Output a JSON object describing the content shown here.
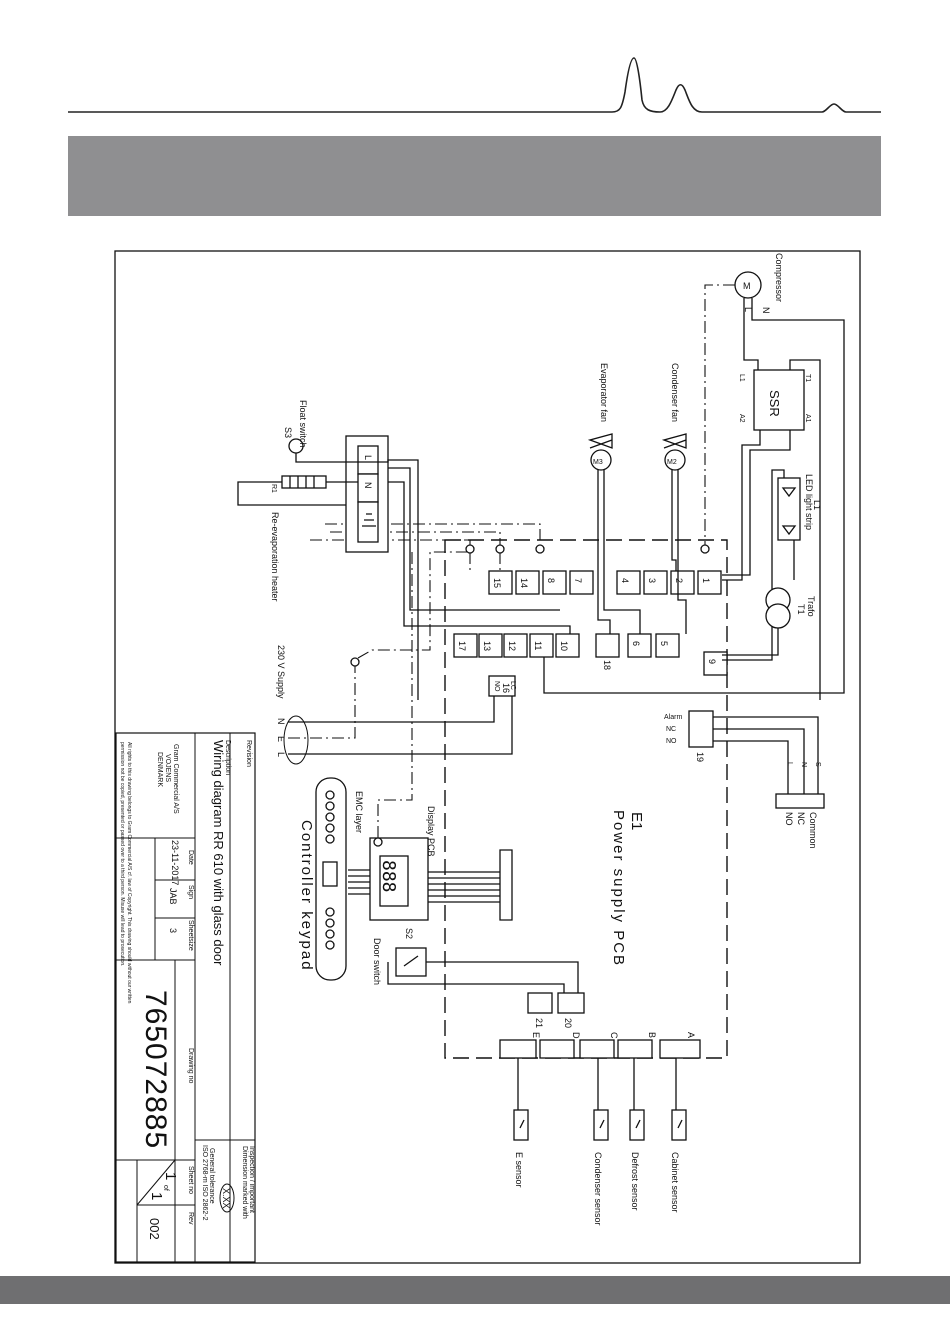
{
  "diagram": {
    "title": "Wiring diagram RR 610 with glass door",
    "drawing_no": "765072885",
    "rev": "002",
    "date": "23-11-2017",
    "sign": "JAB",
    "sheetsize": "3",
    "sheet": "1",
    "sheet_of": "1",
    "sheet_sep": "of",
    "tolerance": "X.XX",
    "company": [
      "Gram Commercial A/S",
      "VOJENS",
      "DENMARK"
    ],
    "copyright": [
      "All rights to this drawing belongs to Gram Commercial A/S cf. law of Copyright. This drawing should without our written",
      "permission not be copied, presented or passed over to a third person. Misuse will lead to prosecution."
    ],
    "tb_labels": {
      "revision": "Revision",
      "description": "Description",
      "date": "Date",
      "sign": "Sign",
      "sheetsize": "Sheetsize",
      "drawing_no": "Drawing no",
      "sheet_no": "Sheet no",
      "rev": "Rev",
      "inspection": [
        "Inspection / important",
        "Dimension marked with"
      ],
      "tolerance": [
        "General tolerance",
        "ISO 2768-m  ISO 2862-2"
      ]
    },
    "components": {
      "compressor": "Compressor",
      "motor": "M",
      "L": "L",
      "N": "N",
      "ssr": "SSR",
      "ssr_L1": "L1",
      "ssr_T1": "T1",
      "ssr_A1": "A1",
      "ssr_A2": "A2",
      "evap_fan": "Evaporator fan",
      "cond_fan": "Condenser fan",
      "m3": "M3",
      "m2": "M2",
      "led_strip": "LED light strip",
      "led_id": "L1",
      "trafo": "Trafo",
      "trafo_id": "T1",
      "float_switch": "Float switch",
      "s3": "S3",
      "r1": "R1",
      "reevap": "Re-evaporation heater",
      "supply": "230 V Supply",
      "supply_N": "N",
      "supply_E": "E",
      "supply_L": "L",
      "display_pcb": "Display PCB",
      "emc": "EMC layer",
      "keypad": "Controller keypad",
      "door_switch": "Door switch",
      "s2": "S2",
      "e1": "E1",
      "e1_name": "Power supply PCB",
      "alarm": "Alarm",
      "nc": "NC",
      "no": "NO",
      "alarm_L": "L",
      "alarm_N": "N",
      "alarm_S": "S",
      "ext_nc": "NC",
      "ext_no": "NO",
      "ext_common": "Common",
      "cabinet_sensor": "Cabinet sensor",
      "defrost_sensor": "Defrost sensor",
      "condenser_sensor": "Condenser sensor",
      "e_sensor": "E sensor",
      "display": "888",
      "term_L": "L",
      "term_N": "N"
    },
    "terminals": {
      "t1": "1",
      "t2": "2",
      "t3": "3",
      "t4": "4",
      "t5": "5",
      "t6": "6",
      "t7": "7",
      "t8": "8",
      "t9": "9",
      "t10": "10",
      "t11": "11",
      "t12": "12",
      "t13": "13",
      "t14": "14",
      "t15": "15",
      "t16": "16",
      "t17": "17",
      "t18": "18",
      "t19": "19",
      "t20": "20",
      "t21": "21",
      "lc": "LC",
      "nc16": "NO",
      "sA": "A",
      "sB": "B",
      "sC": "C",
      "sD": "D",
      "sE": "E"
    }
  },
  "colors": {
    "band": "#8f8f91",
    "footer": "#6f6f71",
    "line": "#111111"
  }
}
